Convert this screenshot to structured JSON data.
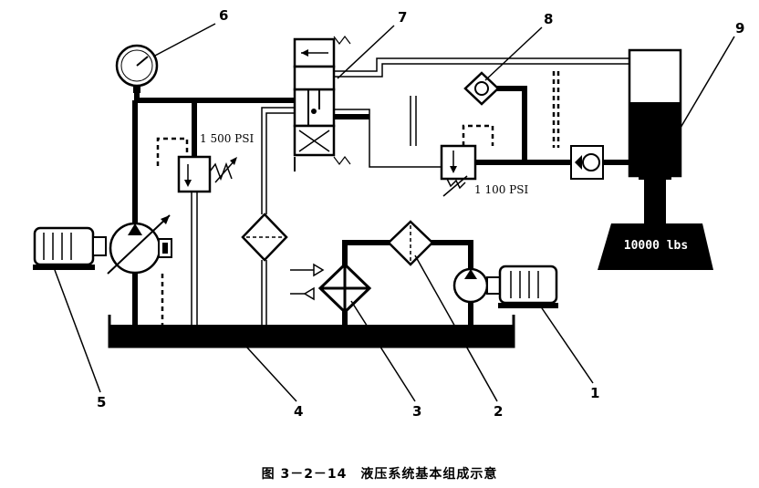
{
  "callouts": {
    "c1": "1",
    "c2": "2",
    "c3": "3",
    "c4": "4",
    "c5": "5",
    "c6": "6",
    "c7": "7",
    "c8": "8",
    "c9": "9"
  },
  "relief_valve_label": "1 500 PSI",
  "sequence_valve_label": "1 100 PSI",
  "load_label": "10000 lbs",
  "caption": "图 3－2－14　液压系统基本组成示意"
}
